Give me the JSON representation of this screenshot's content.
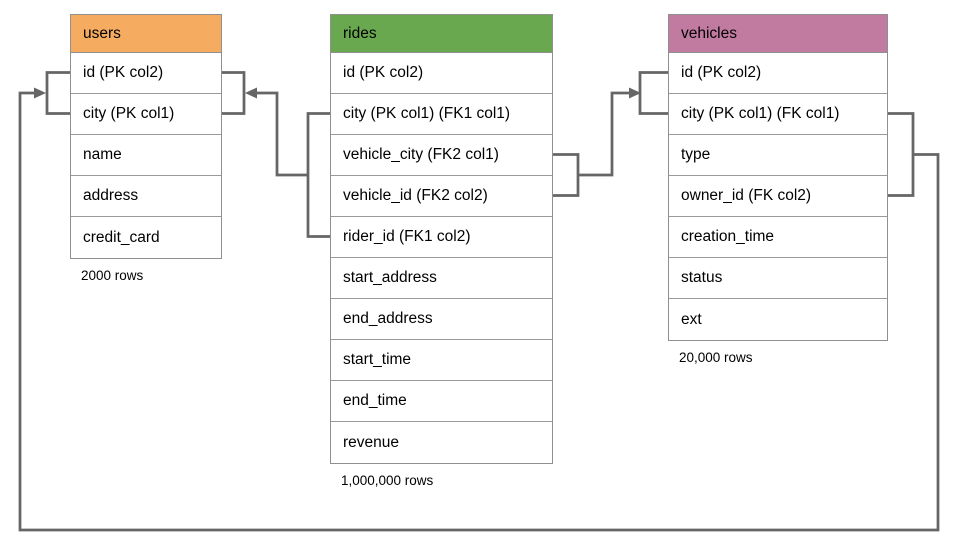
{
  "diagram": {
    "line_color": "#666666",
    "tables": [
      {
        "name": "users",
        "header_color": "#F6AC60",
        "columns": [
          "id (PK col2)",
          "city (PK col1)",
          "name",
          "address",
          "credit_card"
        ],
        "row_count": "2000 rows"
      },
      {
        "name": "rides",
        "header_color": "#6AA84F",
        "columns": [
          "id (PK col2)",
          "city (PK col1) (FK1 col1)",
          "vehicle_city (FK2 col1)",
          "vehicle_id (FK2 col2)",
          "rider_id (FK1 col2)",
          "start_address",
          "end_address",
          "start_time",
          "end_time",
          "revenue"
        ],
        "row_count": "1,000,000 rows"
      },
      {
        "name": "vehicles",
        "header_color": "#C27BA0",
        "columns": [
          "id (PK col2)",
          "city (PK col1) (FK col1)",
          "type",
          "owner_id (FK col2)",
          "creation_time",
          "status",
          "ext"
        ],
        "row_count": "20,000 rows"
      }
    ],
    "relationships": [
      {
        "label": "FK1",
        "from_table": "rides",
        "from_columns": [
          "city",
          "rider_id"
        ],
        "to_table": "users",
        "to_columns": [
          "id",
          "city"
        ]
      },
      {
        "label": "FK2",
        "from_table": "rides",
        "from_columns": [
          "vehicle_city",
          "vehicle_id"
        ],
        "to_table": "vehicles",
        "to_columns": [
          "id",
          "city"
        ]
      },
      {
        "label": "FK",
        "from_table": "vehicles",
        "from_columns": [
          "city",
          "owner_id"
        ],
        "to_table": "users",
        "to_columns": [
          "id",
          "city"
        ]
      }
    ]
  }
}
